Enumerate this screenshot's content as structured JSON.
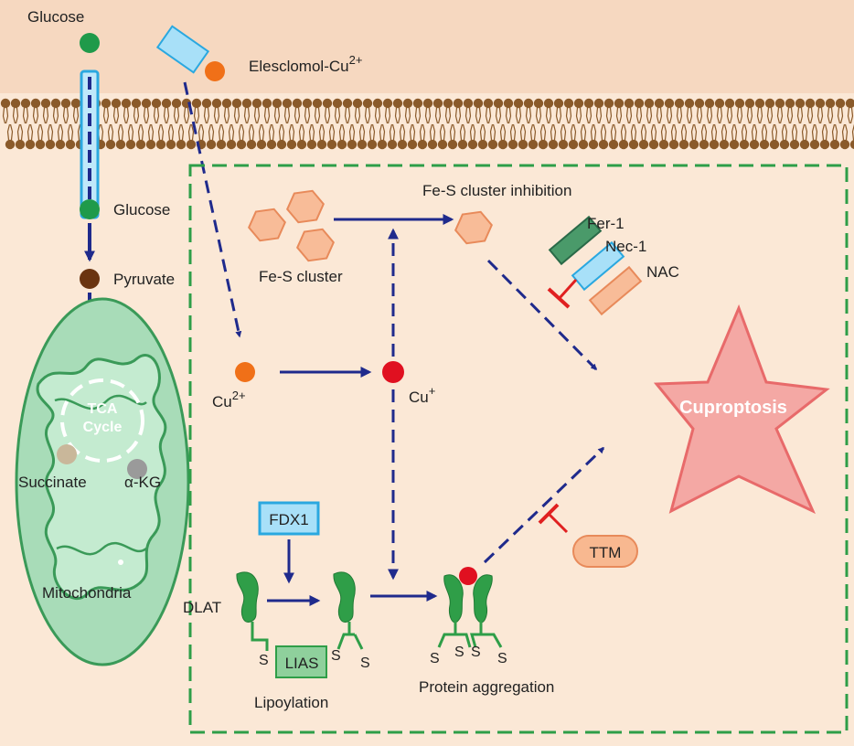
{
  "labels": {
    "glucose_outside": "Glucose",
    "elesclomol": "Elesclomol-Cu",
    "elesclomol_charge": "2+",
    "glucose_inside": "Glucose",
    "pyruvate": "Pyruvate",
    "tca_line1": "TCA",
    "tca_line2": "Cycle",
    "succinate": "Succinate",
    "akg": "α-KG",
    "mitochondria": "Mitochondria",
    "fes_cluster": "Fe-S cluster",
    "fes_inhibition": "Fe-S cluster inhibition",
    "fer1": "Fer-1",
    "nec1": "Nec-1",
    "nac": "NAC",
    "cu2": "Cu",
    "cu2_charge": "2+",
    "cu1": "Cu",
    "cu1_charge": "+",
    "cuproptosis": "Cuproptosis",
    "fdx1": "FDX1",
    "dlat": "DLAT",
    "lias": "LIAS",
    "lipoylation": "Lipoylation",
    "protein_aggregation": "Protein aggregation",
    "ttm": "TTM",
    "sulfur": "S"
  },
  "colors": {
    "background": "#fbe8d6",
    "extracellular": "#f6d8c0",
    "membrane": "#8a5a2a",
    "arrow": "#1f2a8c",
    "inhibit": "#e02020",
    "dashed_box": "#2e9e48",
    "glucose": "#1f9a4a",
    "pyruvate": "#6a3410",
    "cu2": "#f07018",
    "cu1": "#e01020",
    "mito_fill": "#a8dcb8",
    "mito_stroke": "#3a9a58",
    "fes_fill": "#f8bc98",
    "fes_stroke": "#e88a5a",
    "star_fill": "#f4a8a4",
    "star_stroke": "#e86a6a",
    "fdx1_fill": "#a8e0f8",
    "fdx1_stroke": "#2aa8e0",
    "lias_fill": "#8fd09c",
    "ttm_fill": "#f8b890",
    "protein": "#2f9e48"
  }
}
